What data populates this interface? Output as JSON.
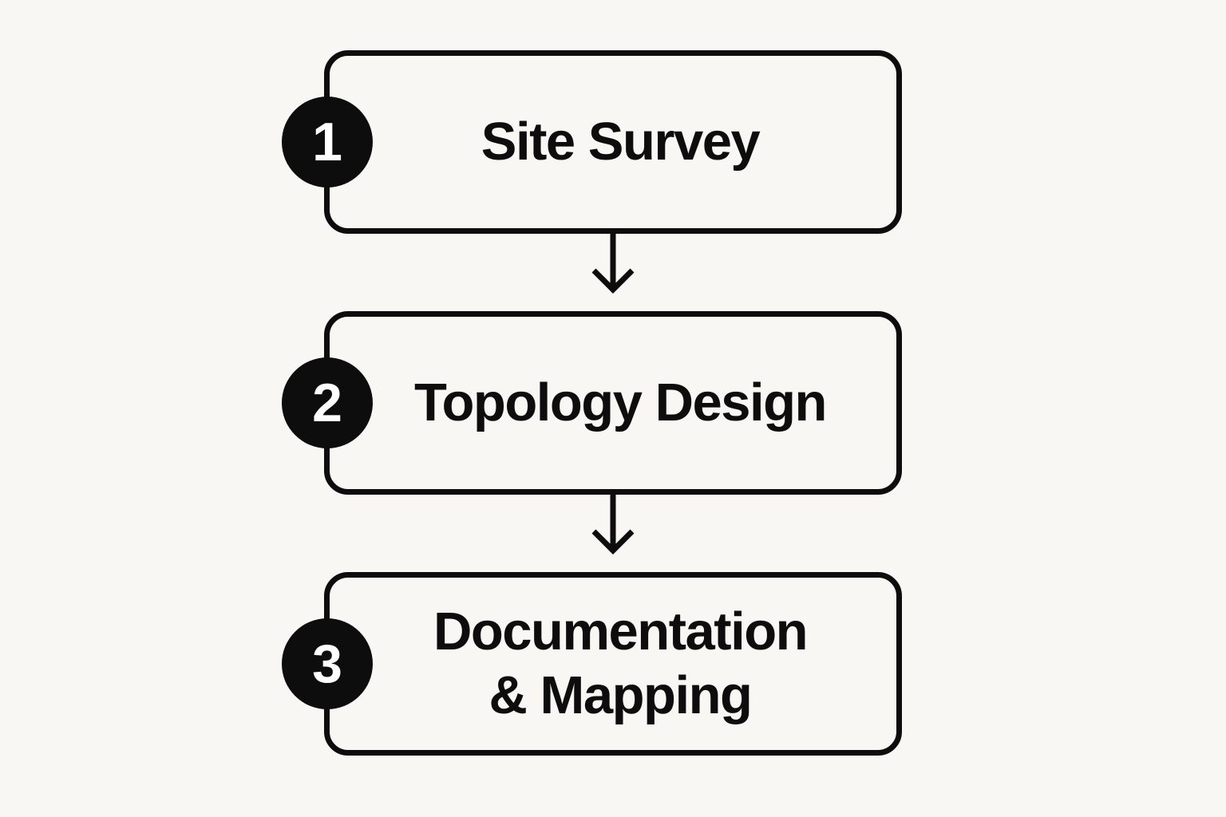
{
  "diagram": {
    "type": "flowchart",
    "direction": "vertical",
    "steps": [
      {
        "number": "1",
        "label": "Site Survey",
        "lines": [
          "Site Survey"
        ]
      },
      {
        "number": "2",
        "label": "Topology Design",
        "lines": [
          "Topology Design"
        ]
      },
      {
        "number": "3",
        "label": "Documentation & Mapping",
        "lines": [
          "Documentation",
          "& Mapping"
        ]
      }
    ],
    "connectors": [
      {
        "from": "1",
        "to": "2",
        "type": "arrow-down"
      },
      {
        "from": "2",
        "to": "3",
        "type": "arrow-down"
      }
    ],
    "colors": {
      "background": "#f8f7f4",
      "ink": "#0d0d0d",
      "badge_text": "#ffffff"
    }
  }
}
